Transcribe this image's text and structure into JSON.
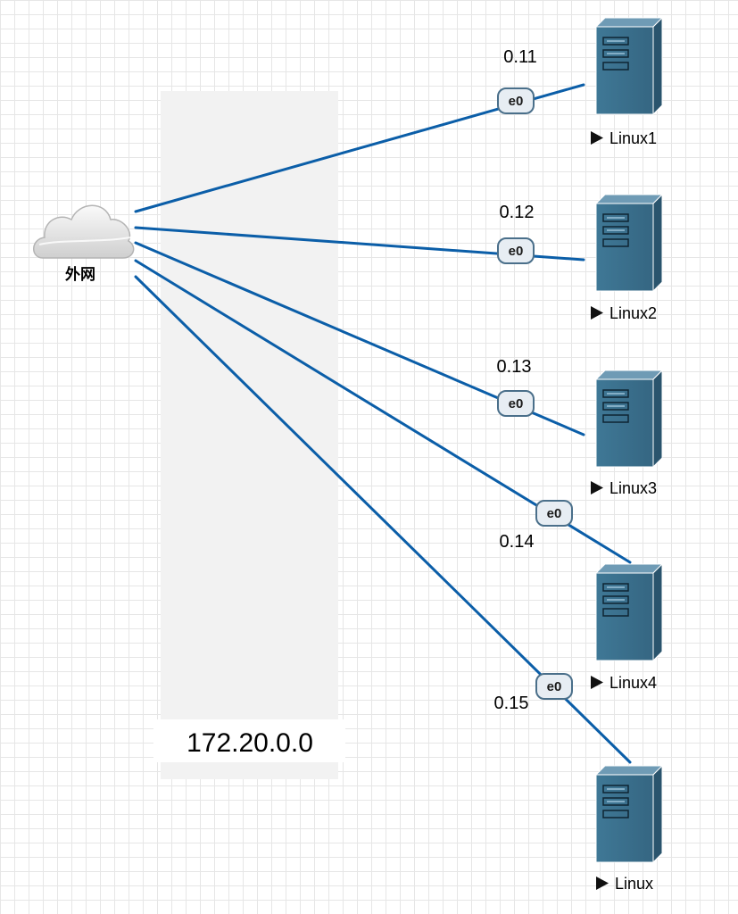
{
  "cloud": {
    "label": "外网",
    "icon": "cloud-icon"
  },
  "subnet": {
    "label": "172.20.0.0",
    "fill": "#f2f2f2"
  },
  "link_color": "#0b5ea8",
  "server_color": "#3a6e8c",
  "links": [
    {
      "node_label": "Linux1",
      "port": "e0",
      "ip": "0.11"
    },
    {
      "node_label": "Linux2",
      "port": "e0",
      "ip": "0.12"
    },
    {
      "node_label": "Linux3",
      "port": "e0",
      "ip": "0.13"
    },
    {
      "node_label": "Linux4",
      "port": "e0",
      "ip": "0.14"
    },
    {
      "node_label": "Linux",
      "port": "e0",
      "ip": "0.15"
    }
  ]
}
